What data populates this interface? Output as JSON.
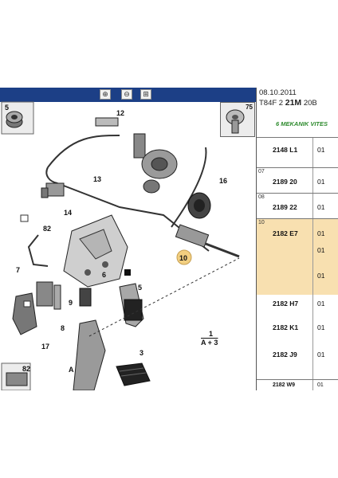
{
  "header": {
    "date": "08.10.2011",
    "code_prefix": "T84F 2",
    "code_bold": "21M",
    "code_suffix": "20B",
    "gear_note": "6 MEKANIK VITES"
  },
  "toolbar": {
    "zoom_in_icon": "zoom-in-icon",
    "zoom_out_icon": "zoom-out-icon",
    "zoom_fit_icon": "zoom-fit-icon"
  },
  "thumbnails": {
    "left_top": "5",
    "right_top": "75",
    "bottom_left": "82"
  },
  "callouts": {
    "c12": "12",
    "c13": "13",
    "c14": "14",
    "c16": "16",
    "c82": "82",
    "c7": "7",
    "c10": "10",
    "c5": "5",
    "c6": "6",
    "c9": "9",
    "c8": "8",
    "c17": "17",
    "cA": "A",
    "c3": "3",
    "c1": "1",
    "cA3": "A + 3"
  },
  "parts_table": [
    {
      "idx": "",
      "ref": "2148 L1",
      "qty": "01"
    },
    {
      "idx": "07",
      "ref": "2189 20",
      "qty": "01"
    },
    {
      "idx": "08",
      "ref": "2189 22",
      "qty": "01"
    },
    {
      "idx": "10",
      "ref": "2182 E7",
      "qty": "01",
      "qty2": "01",
      "qty3": "01",
      "selected": true
    },
    {
      "idx": "",
      "ref": "2182 H7",
      "qty": "01"
    },
    {
      "idx": "",
      "ref": "2182 K1",
      "qty": "01"
    },
    {
      "idx": "",
      "ref": "2182 J9",
      "qty": "01"
    },
    {
      "idx": "",
      "ref": "2182 W9",
      "qty": "01"
    }
  ],
  "colors": {
    "topbar": "#1c3f86",
    "selected_row": "#f8e0b0",
    "callout_highlight": "#f2cf80",
    "gear_note": "#2e8b2e"
  }
}
